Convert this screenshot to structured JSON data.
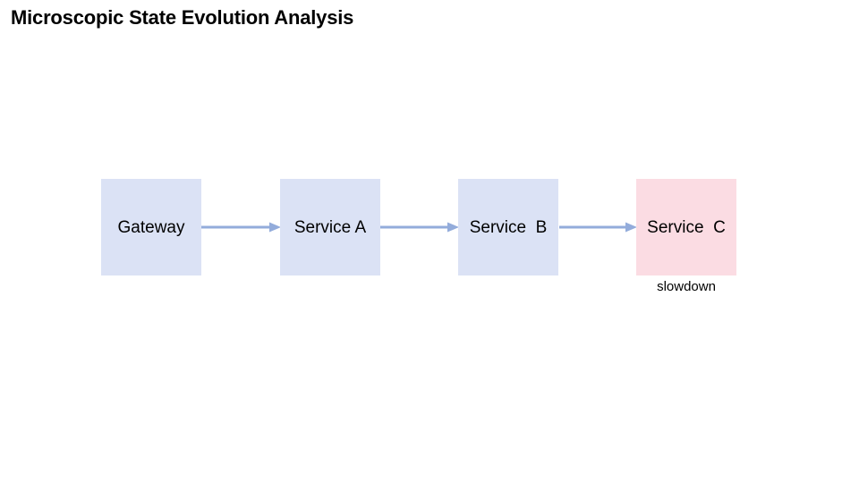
{
  "page": {
    "title": "Microscopic State Evolution Analysis",
    "background_color": "#ffffff"
  },
  "colors": {
    "node_normal_fill": "#dbe2f5",
    "node_alert_fill": "#fbdce3",
    "arrow": "#93acdb",
    "text": "#000000"
  },
  "diagram": {
    "type": "flow",
    "orientation": "left-to-right",
    "nodes": [
      {
        "id": "gateway",
        "label": "Gateway",
        "state": "normal",
        "sublabel": ""
      },
      {
        "id": "service-a",
        "label": "Service A",
        "state": "normal",
        "sublabel": ""
      },
      {
        "id": "service-b",
        "label": "Service  B",
        "state": "normal",
        "sublabel": ""
      },
      {
        "id": "service-c",
        "label": "Service  C",
        "state": "alert",
        "sublabel": "slowdown"
      }
    ],
    "edges": [
      {
        "id": "edge-0",
        "from": "gateway",
        "to": "service-a",
        "label": ""
      },
      {
        "id": "edge-1",
        "from": "service-a",
        "to": "service-b",
        "label": ""
      },
      {
        "id": "edge-2",
        "from": "service-b",
        "to": "service-c",
        "label": ""
      }
    ]
  }
}
